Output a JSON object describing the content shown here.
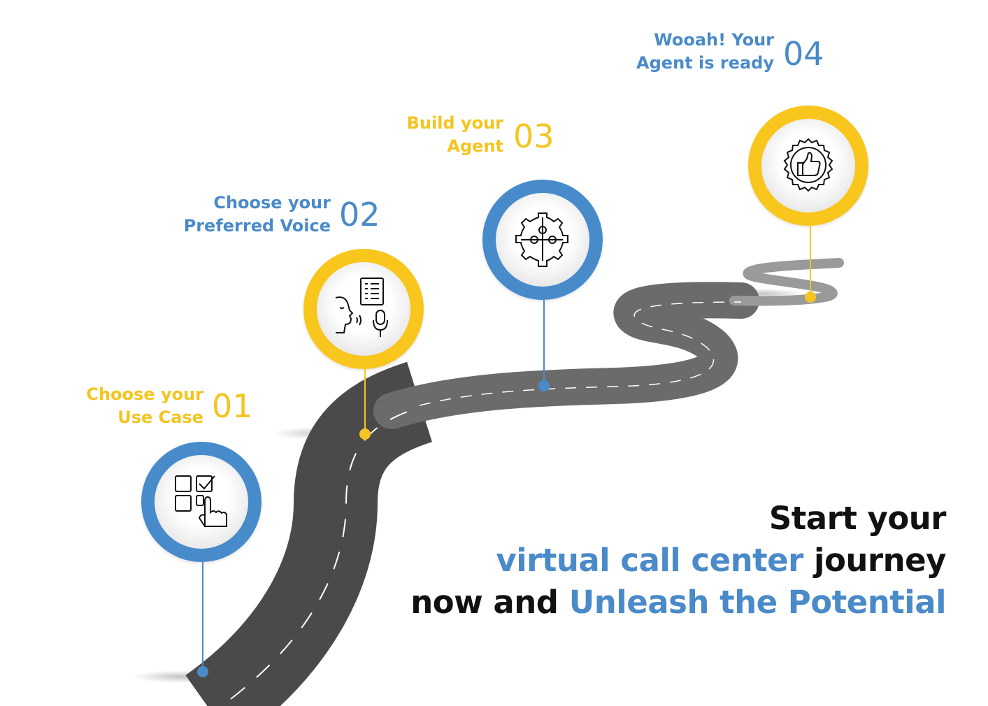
{
  "steps": [
    {
      "number": "01",
      "line1": "Choose your",
      "line2": "Use Case",
      "color": "#F4C520",
      "ring_color": "#478BCB",
      "icon": "checklist-touch-icon"
    },
    {
      "number": "02",
      "line1": "Choose your",
      "line2": "Preferred Voice",
      "color": "#4A8AC9",
      "ring_color": "#F8C61C",
      "icon": "voice-speaking-icon"
    },
    {
      "number": "03",
      "line1": "Build your",
      "line2": "Agent",
      "color": "#F4C520",
      "ring_color": "#478BCB",
      "icon": "puzzle-gear-icon"
    },
    {
      "number": "04",
      "line1": "Wooah! Your",
      "line2": "Agent is ready",
      "color": "#4A8AC9",
      "ring_color": "#F8C61C",
      "icon": "thumbs-up-badge-icon"
    }
  ],
  "headline": {
    "line1": "Start your",
    "line2_blue": "virtual call center",
    "line2_black": "journey",
    "line3_black": "now and",
    "line3_blue": "Unleash the Potential"
  },
  "colors": {
    "accent_blue": "#4A8AC9",
    "accent_yellow": "#F4C520",
    "road": "#4d4d4d",
    "text": "#111111"
  }
}
